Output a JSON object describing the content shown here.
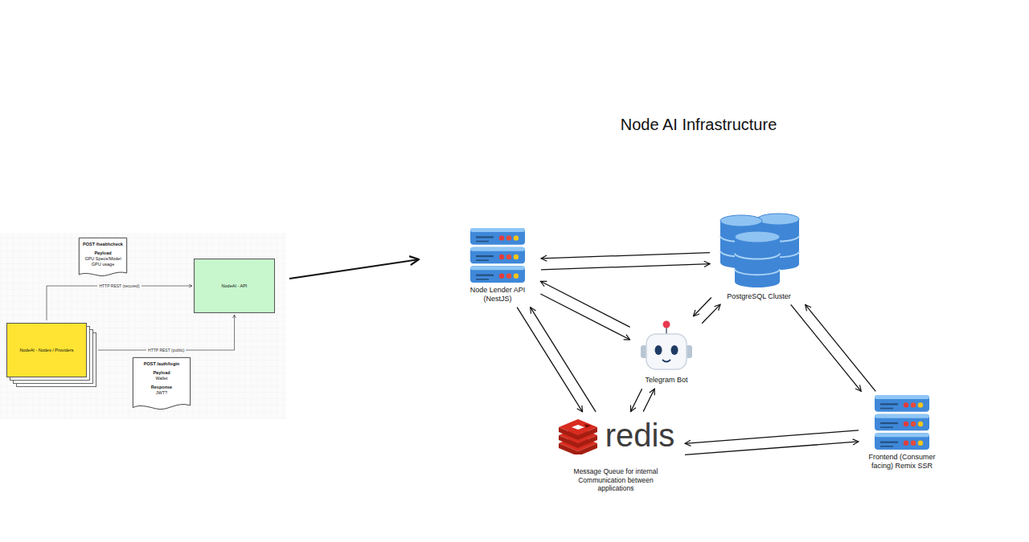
{
  "diagram": {
    "title": "Node AI Infrastructure",
    "nodes": [
      {
        "text": [
          "POST /healthcheck",
          "Payload",
          "GPU Specs/Model GPU usage"
        ]
      },
      {
        "text": [
          "NodeAI - API"
        ]
      },
      {
        "text": [
          "NodeAI - Nodes / Providers"
        ]
      },
      {
        "text": [
          "POST /auth/login",
          "Payload",
          "Wallet",
          "Response",
          "JWT?"
        ]
      },
      {
        "text": [
          "Node Lender API (NestJS)"
        ]
      },
      {
        "text": [
          "PostgreSQL Cluster"
        ]
      },
      {
        "text": [
          "Telegram Bot"
        ]
      },
      {
        "text": [
          "redis",
          "Message Queue for internal Communication between applications"
        ]
      },
      {
        "text": [
          "Frontend (Consumer facing) Remix SSR"
        ]
      }
    ],
    "edges": [
      {
        "from": 2,
        "to": 1,
        "label": "HTTP REST (secured)",
        "arrow": "to"
      },
      {
        "from": 2,
        "to": 1,
        "label": "HTTP REST (public)",
        "arrow": "to"
      },
      {
        "from": 5,
        "to": 4,
        "arrow": "to"
      },
      {
        "from": 4,
        "to": 5,
        "arrow": "to"
      },
      {
        "from": 4,
        "to": 6,
        "arrow": "to"
      },
      {
        "from": 6,
        "to": 4,
        "arrow": "to"
      },
      {
        "from": 4,
        "to": 7,
        "arrow": "to"
      },
      {
        "from": 7,
        "to": 4,
        "arrow": "to"
      },
      {
        "from": 6,
        "to": 7,
        "arrow": "to"
      },
      {
        "from": 7,
        "to": 6,
        "arrow": "to"
      },
      {
        "from": 6,
        "to": 5,
        "arrow": "to"
      },
      {
        "from": 5,
        "to": 6,
        "arrow": "to"
      },
      {
        "from": 5,
        "to": 8,
        "arrow": "to"
      },
      {
        "from": 8,
        "to": 5,
        "arrow": "to"
      },
      {
        "from": 7,
        "to": 8,
        "arrow": "to"
      },
      {
        "from": 8,
        "to": 7,
        "arrow": "to"
      }
    ]
  }
}
